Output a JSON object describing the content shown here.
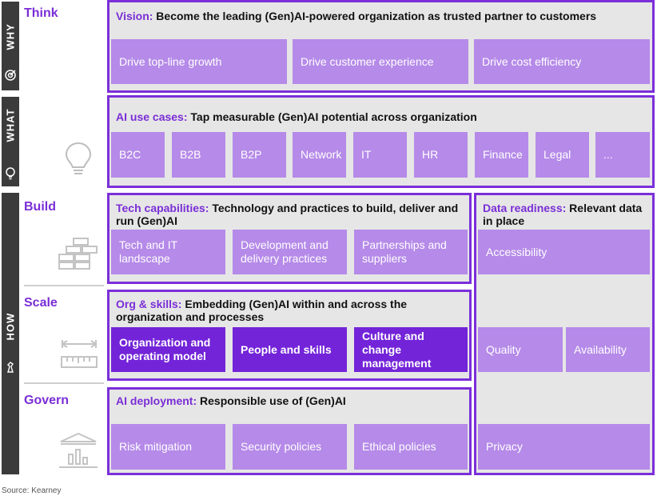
{
  "bars": {
    "why": "WHY",
    "what": "WHAT",
    "how": "HOW"
  },
  "stages": {
    "think": "Think",
    "build": "Build",
    "scale": "Scale",
    "govern": "Govern"
  },
  "vision": {
    "label": "Vision:",
    "text": " Become the leading (Gen)AI-powered organization as trusted partner to customers",
    "items": [
      "Drive top-line growth",
      "Drive customer experience",
      "Drive cost efficiency"
    ]
  },
  "usecases": {
    "label": "AI use cases:",
    "text": " Tap measurable (Gen)AI potential across organization",
    "items": [
      "B2C",
      "B2B",
      "B2P",
      "Network",
      "IT",
      "HR",
      "Finance",
      "Legal",
      "..."
    ]
  },
  "tech": {
    "label": "Tech capabilities:",
    "text": " Technology and practices to build, deliver and run (Gen)AI",
    "items": [
      "Tech and IT landscape",
      "Development and delivery practices",
      "Partnerships and suppliers"
    ]
  },
  "data": {
    "label": "Data readiness:",
    "text": " Relevant data in place",
    "items": [
      "Accessibility",
      "Quality",
      "Availability",
      "Privacy"
    ]
  },
  "org": {
    "label": "Org & skills:",
    "text": " Embedding (Gen)AI within and across the organization and processes",
    "items": [
      "Organization and operating model",
      "People and skills",
      "Culture and change management"
    ]
  },
  "deploy": {
    "label": "AI deployment:",
    "text": " Responsible use of (Gen)AI",
    "items": [
      "Risk mitigation",
      "Security policies",
      "Ethical policies"
    ]
  },
  "source": "Source: Kearney",
  "colors": {
    "accent": "#7a2ed6",
    "box_light": "#b58ae8",
    "box_dark": "#7324d8",
    "bar": "#3b3b3b",
    "panel": "#e6e6e6"
  }
}
